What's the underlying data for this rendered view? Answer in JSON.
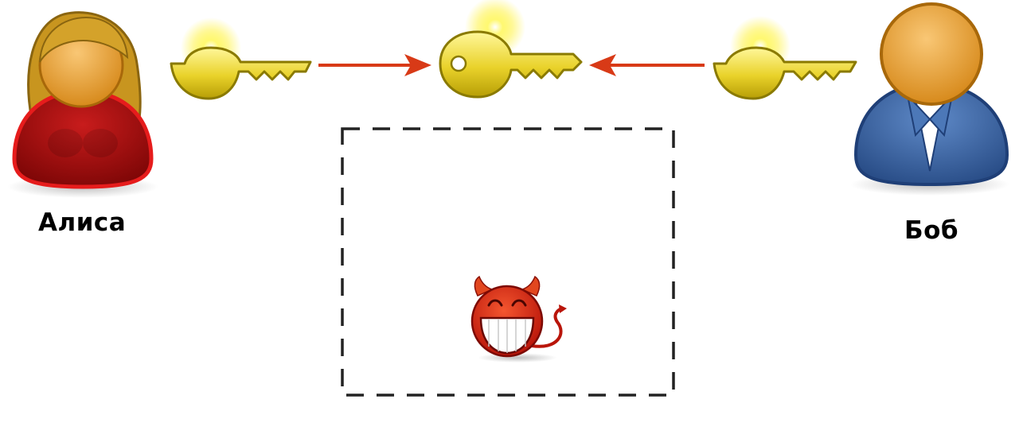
{
  "diagram": {
    "left_party": {
      "name": "Алиса",
      "icon": "female-user-icon"
    },
    "right_party": {
      "name": "Боб",
      "icon": "male-user-icon"
    },
    "keys": [
      {
        "id": "alice-key",
        "icon": "half-key-icon"
      },
      {
        "id": "shared-key",
        "icon": "combined-key-icon"
      },
      {
        "id": "bob-key",
        "icon": "half-key-icon"
      }
    ],
    "eavesdropper": {
      "icon": "devil-smiley-icon"
    },
    "colors": {
      "arrow": "#d83a17",
      "key_gold": "#d7c31a",
      "key_outline": "#8a7a00",
      "alice_shirt": "#b30f0f",
      "bob_shirt": "#3a66a6",
      "skin": "#e8a23a",
      "hair": "#c8951f",
      "devil": "#d5200e",
      "box_border": "#222222"
    }
  }
}
